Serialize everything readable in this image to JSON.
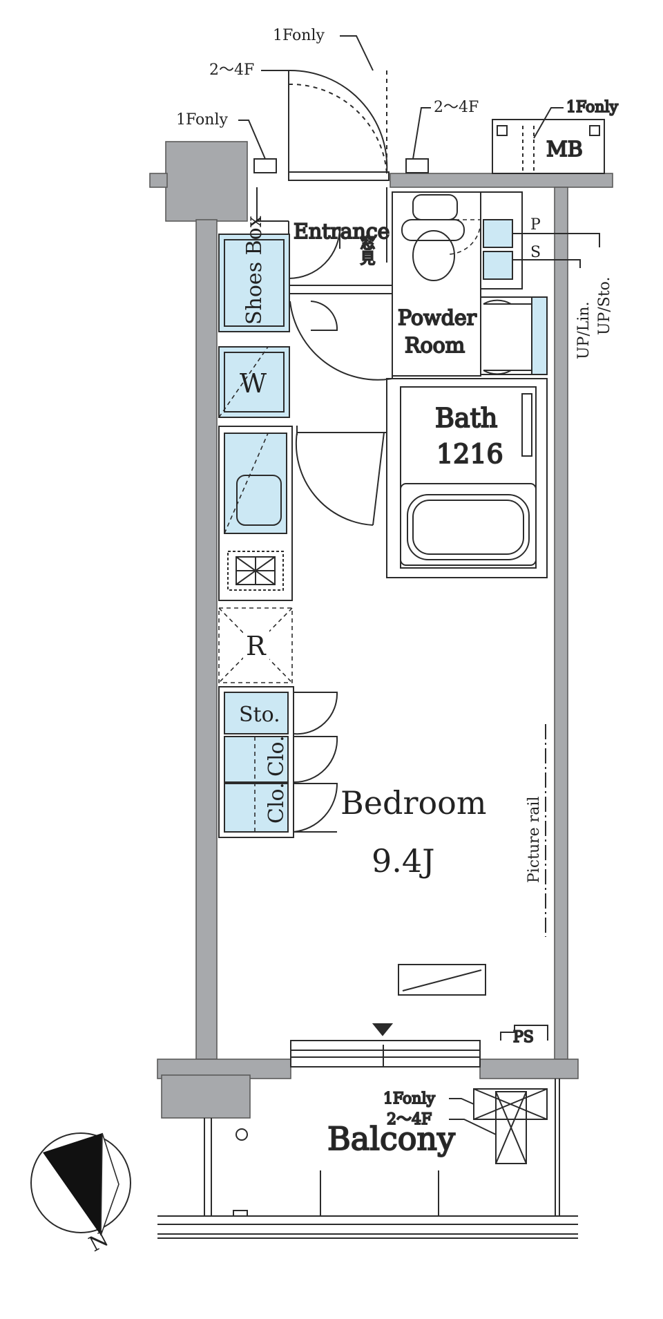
{
  "colors": {
    "wall": "#a7a9ac",
    "wall_stroke": "#5a5a5a",
    "line": "#2b2b2b",
    "storage_fill": "#cce8f4",
    "background": "#ffffff"
  },
  "labels": {
    "door_1f_top": "1Fonly",
    "door_2_4f_left": "2～4F",
    "door_1f_left": "1Fonly",
    "door_2_4f_right": "2～4F",
    "mb_1f": "1Fonly",
    "mb": "MB",
    "entrance": "Entrance",
    "entrance_jp": "窓見",
    "pipe_p": "P",
    "pipe_s": "S",
    "up_lin": "UP/Lin.",
    "up_sto": "UP/Sto.",
    "shoes_box": "Shoes Box",
    "powder_line1": "Powder",
    "powder_line2": "Room",
    "washer": "W",
    "bath_name": "Bath",
    "bath_size": "1216",
    "fridge": "R",
    "storage": "Sto.",
    "closet_a": "Clo.",
    "closet_b": "Clo.",
    "bedroom_name": "Bedroom",
    "bedroom_size": "9.4J",
    "picture_rail": "Picture rail",
    "ps": "PS",
    "ac_1f": "1Fonly",
    "ac_2_4f": "2～4F",
    "balcony": "Balcony",
    "north": "N"
  },
  "icons": {
    "compass": "north-arrow-icon",
    "toilet": "toilet-icon",
    "sink": "sink-icon",
    "stove": "stove-icon",
    "bathtub": "bathtub-icon"
  }
}
